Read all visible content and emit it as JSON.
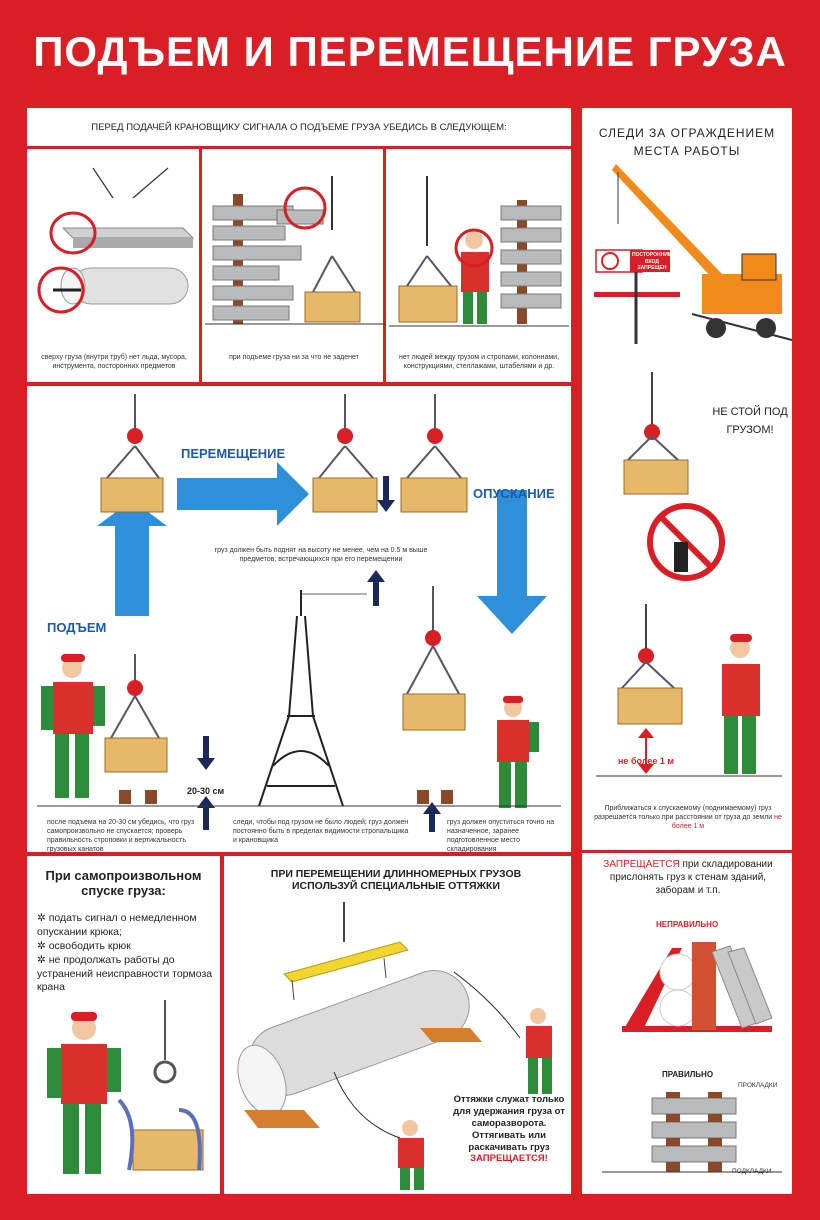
{
  "title": "ПОДЪЕМ И ПЕРЕМЕЩЕНИЕ ГРУЗА",
  "check": {
    "heading": "ПЕРЕД ПОДАЧЕЙ КРАНОВЩИКУ СИГНАЛА О ПОДЪЕМЕ ГРУЗА УБЕДИСЬ В СЛЕДУЮЩЕМ:",
    "item1": "сверху груза (внутри труб) нет льда, мусора, инструмента, посторонних предметов",
    "item2": "при подъеме груза ни за что не заденет",
    "item3": "нет людей между грузом и стропами, колоннами, конструкциями, стеллажами, штабелями и др."
  },
  "fence": {
    "heading": "СЛЕДИ ЗА ОГРАЖДЕНИЕМ МЕСТА РАБОТЫ",
    "sign": "ПОСТОРОННИМ ВХОД ЗАПРЕЩЕН"
  },
  "under": {
    "text": "НЕ СТОЙ ПОД ГРУЗОМ!",
    "limit": "не более 1 м",
    "note_a": "Приближаться к спускаемому (поднимаемому) груз разрешается только при расстоянии от груза до земли ",
    "note_b": "не более 1 м"
  },
  "process": {
    "move": "ПЕРЕМЕЩЕНИЕ",
    "lower": "ОПУСКАНИЕ",
    "lift": "ПОДЪЕМ",
    "height_note": "груз должен быть поднят на высоту не менее, чем на 0.5 м выше предметов, встречающихся при его перемещении",
    "distance": "20-30 см",
    "note_lift": "после подъема на 20-30 см убедись, что груз самопроизвольно не спускается; проверь правильность строповки и вертикальность грузовых канатов",
    "note_move": "следи, чтобы под грузом не было людей; груз должен постоянно быть в пределах видимости стропальщика и крановщика",
    "note_lower": "груз должен опуститься точно на назначенное, заранее подготовленное место складирования"
  },
  "selfdrop": {
    "heading": "При самопроизвольном спуске груза:",
    "items": [
      "подать сигнал о немедленном опускании крюка;",
      "освободить крюк",
      "не продолжать работы до устранений неисправности тормоза крана"
    ]
  },
  "long": {
    "heading": "ПРИ ПЕРЕМЕЩЕНИИ ДЛИННОМЕРНЫХ ГРУЗОВ ИСПОЛЬЗУЙ СПЕЦИАЛЬНЫЕ ОТТЯЖКИ",
    "note": "Оттяжки служат только для удержания груза от саморазворота. Оттягивать или раскачивать груз ",
    "note_red": "ЗАПРЕЩАЕТСЯ!"
  },
  "storage": {
    "forbidden": "ЗАПРЕЩАЕТСЯ",
    "text": " при складировании прислонять груз к стенам зданий, заборам и т.п.",
    "wrong": "НЕПРАВИЛЬНО",
    "right": "ПРАВИЛЬНО",
    "pads": "ПРОКЛАДКИ",
    "sub": "ПОДКЛАДКИ"
  },
  "colors": {
    "red": "#d91f26",
    "blue": "#2f8fd8",
    "wood": "#e8b86a",
    "worker_green": "#2e8b3a",
    "worker_red": "#d8302a",
    "crane": "#f08a1a",
    "slab": "#b9babb"
  }
}
